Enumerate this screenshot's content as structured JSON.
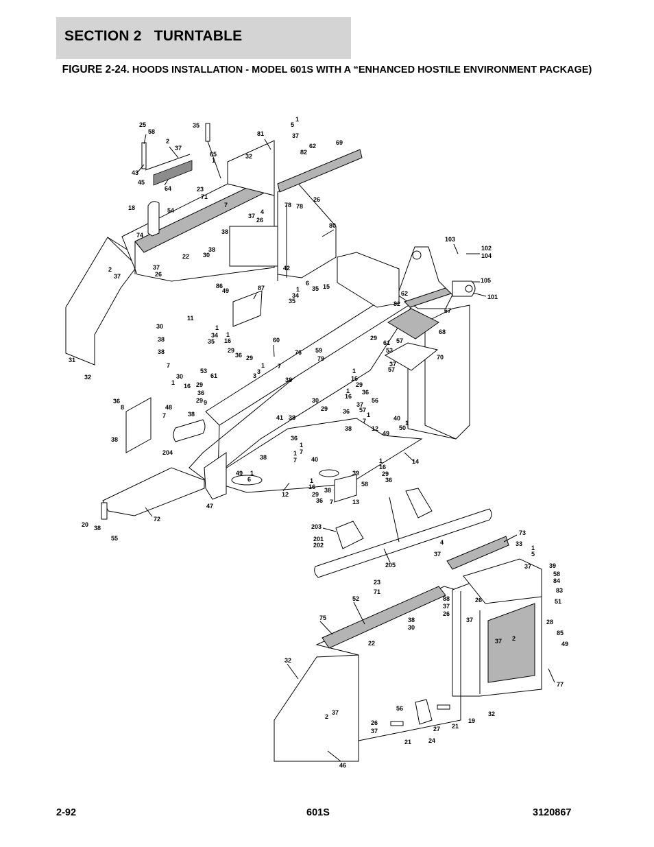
{
  "header": {
    "section": "SECTION 2   TURNTABLE"
  },
  "figure": {
    "number": "FIGURE 2-24.",
    "title": "HOODS INSTALLATION - MODEL 601S WITH A “ENHANCED HOSTILE ENVIRONMENT PACKAGE)"
  },
  "callouts": {
    "top_left_hood": [
      "25",
      "58",
      "35",
      "2",
      "37",
      "43",
      "45",
      "64",
      "65",
      "1",
      "23",
      "71",
      "18",
      "54",
      "7",
      "74",
      "38",
      "22",
      "30",
      "2",
      "37",
      "37",
      "26",
      "32",
      "81",
      "1",
      "5",
      "37",
      "62",
      "82",
      "69",
      "26",
      "78",
      "78",
      "37",
      "4",
      "26",
      "38",
      "80",
      "42",
      "31",
      "32"
    ],
    "frame_upper": [
      "103",
      "102",
      "104",
      "105",
      "101",
      "62",
      "82",
      "67",
      "68",
      "70",
      "86",
      "49",
      "87",
      "6",
      "35",
      "15",
      "1",
      "34",
      "35",
      "30",
      "11",
      "38",
      "38",
      "7",
      "1",
      "34",
      "35",
      "1",
      "16",
      "29",
      "36",
      "53",
      "61",
      "29",
      "3",
      "60",
      "1",
      "3",
      "7",
      "76",
      "59",
      "79",
      "38",
      "1",
      "16",
      "29",
      "36",
      "1",
      "16",
      "57",
      "61",
      "53",
      "37",
      "57",
      "56",
      "29",
      "36",
      "8",
      "38",
      "48",
      "7",
      "38",
      "30",
      "1",
      "16",
      "29",
      "36",
      "29",
      "9",
      "204"
    ],
    "frame_lower": [
      "41",
      "38",
      "30",
      "29",
      "36",
      "37",
      "57",
      "1",
      "7",
      "38",
      "12",
      "49",
      "40",
      "1",
      "50",
      "36",
      "38",
      "1",
      "7",
      "40",
      "14",
      "1",
      "7",
      "1",
      "6",
      "49",
      "12",
      "1",
      "16",
      "29",
      "36",
      "38",
      "7",
      "39",
      "58",
      "13",
      "1",
      "16",
      "29",
      "36",
      "47",
      "20",
      "38",
      "55",
      "72",
      "203",
      "201",
      "202",
      "205"
    ],
    "bottom_right_hood": [
      "73",
      "4",
      "37",
      "33",
      "1",
      "5",
      "37",
      "39",
      "58",
      "84",
      "83",
      "51",
      "23",
      "71",
      "52",
      "88",
      "37",
      "26",
      "26",
      "37",
      "28",
      "85",
      "49",
      "77",
      "75",
      "38",
      "30",
      "22",
      "37",
      "2",
      "32",
      "32",
      "2",
      "37",
      "26",
      "37",
      "56",
      "27",
      "24",
      "21",
      "21",
      "19",
      "46"
    ]
  },
  "footer": {
    "page": "2-92",
    "model": "601S",
    "doc_number": "3120867"
  }
}
